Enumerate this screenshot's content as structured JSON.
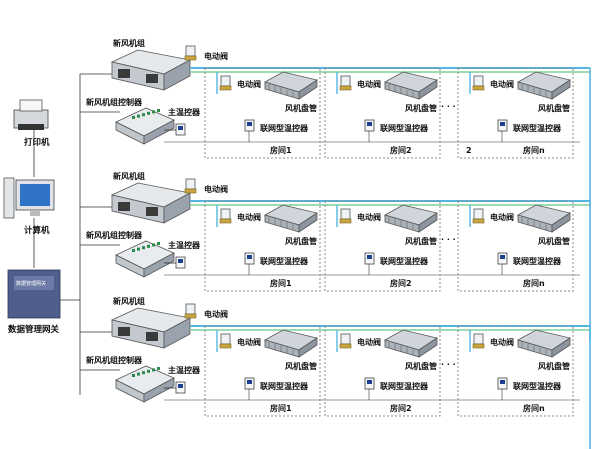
{
  "diagram": {
    "left_devices": {
      "printer": "打印机",
      "computer": "计算机",
      "gateway": "数据管理网关",
      "gateway_panel": "数据管理网关"
    },
    "floors": [
      {
        "fresh_air_unit": "新风机组",
        "unit_controller": "新风机组控制器",
        "master_controller": "主温控器",
        "main_valve": "电动阀",
        "rooms": [
          {
            "valve": "电动阀",
            "coil": "风机盘管",
            "thermostat": "联网型温控器",
            "room": "房间1"
          },
          {
            "valve": "电动阀",
            "coil": "风机盘管",
            "thermostat": "联网型温控器",
            "room": "房间2"
          },
          {
            "valve": "电动阀",
            "coil": "风机盘管",
            "thermostat": "联网型温控器",
            "room": "房间n",
            "extra": "2"
          }
        ]
      },
      {
        "fresh_air_unit": "新风机组",
        "unit_controller": "新风机组控制器",
        "master_controller": "主温控器",
        "main_valve": "电动阀",
        "rooms": [
          {
            "valve": "电动阀",
            "coil": "风机盘管",
            "thermostat": "联网型温控器",
            "room": "房间1"
          },
          {
            "valve": "电动阀",
            "coil": "风机盘管",
            "thermostat": "联网型温控器",
            "room": "房间2"
          },
          {
            "valve": "电动阀",
            "coil": "风机盘管",
            "thermostat": "联网型温控器",
            "room": "房间n"
          }
        ]
      },
      {
        "fresh_air_unit": "新风机组",
        "unit_controller": "新风机组控制器",
        "master_controller": "主温控器",
        "main_valve": "电动阀",
        "rooms": [
          {
            "valve": "电动阀",
            "coil": "风机盘管",
            "thermostat": "联网型温控器",
            "room": "房间1"
          },
          {
            "valve": "电动阀",
            "coil": "风机盘管",
            "thermostat": "联网型温控器",
            "room": "房间2"
          },
          {
            "valve": "电动阀",
            "coil": "风机盘管",
            "thermostat": "联网型温控器",
            "room": "房间n"
          }
        ]
      }
    ],
    "ellipsis": "· · ·"
  },
  "colors": {
    "pipe": "#55b5e0",
    "pipe_green": "#7fcf9a",
    "line": "#333333",
    "dash": "#8a8a8a",
    "unit_body": "#d9dde2"
  }
}
